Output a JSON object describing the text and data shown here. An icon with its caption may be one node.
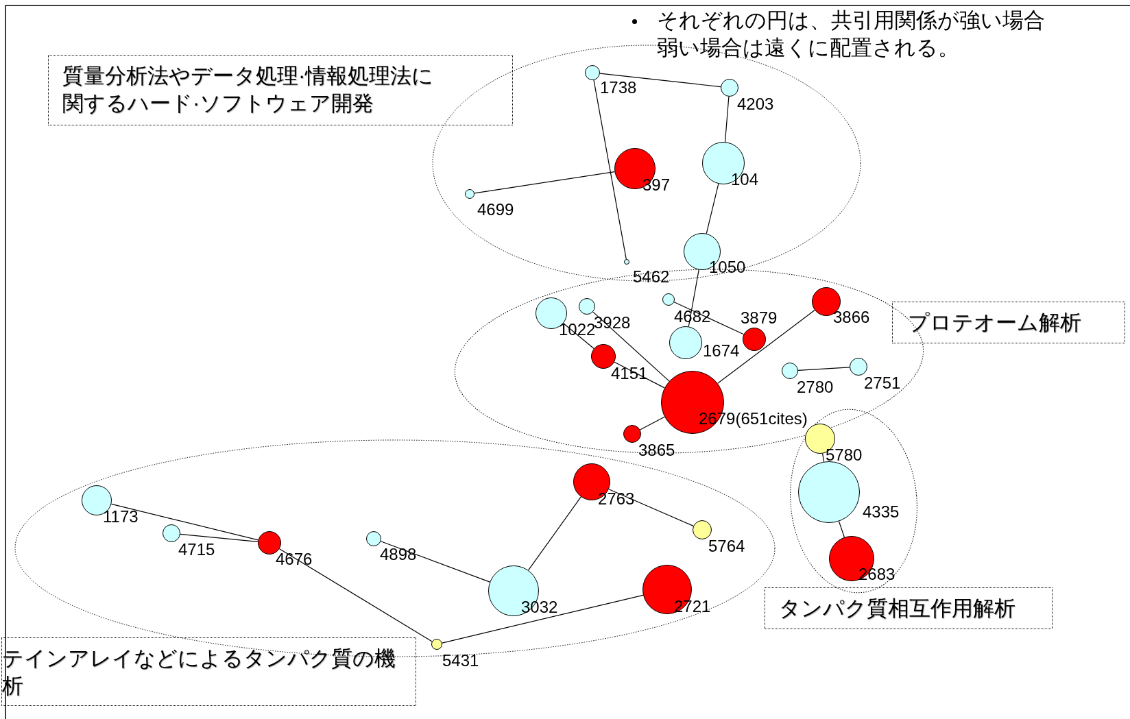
{
  "diagram": {
    "nodes": [
      {
        "text": [
          "質量分析法やデータ処理·情報処理法に関するハード·ソフトウェア開発"
        ]
      },
      {
        "text": [],
        "shape": "circle",
        "beside": [
          "1738"
        ]
      },
      {
        "text": [],
        "shape": "circle",
        "beside": [
          "4203"
        ]
      },
      {
        "text": [],
        "shape": "circle",
        "beside": [
          "104"
        ]
      },
      {
        "text": [],
        "shape": "circle",
        "beside": [
          "397"
        ]
      },
      {
        "text": [],
        "shape": "circle",
        "beside": [
          "4699"
        ]
      },
      {
        "text": [],
        "shape": "circle",
        "beside": [
          "1050"
        ]
      },
      {
        "text": [],
        "shape": "circle",
        "beside": [
          "5462"
        ]
      },
      {
        "text": [],
        "shape": "circle",
        "beside": [
          "4682"
        ]
      },
      {
        "text": [],
        "shape": "circle",
        "beside": [
          "3866"
        ]
      },
      {
        "text": [],
        "shape": "circle",
        "beside": [
          "3928"
        ]
      },
      {
        "text": [],
        "shape": "circle",
        "beside": [
          "1022"
        ]
      },
      {
        "text": [
          "プロテオーム解析"
        ]
      },
      {
        "text": [],
        "shape": "circle",
        "beside": [
          "1674"
        ]
      },
      {
        "text": [],
        "shape": "circle",
        "beside": [
          "4151"
        ]
      },
      {
        "text": [],
        "shape": "circle",
        "beside": [
          "3879"
        ]
      },
      {
        "text": [],
        "shape": "circle",
        "beside": [
          "2751"
        ]
      },
      {
        "text": [],
        "shape": "circle",
        "beside": [
          "2780"
        ]
      },
      {
        "text": [],
        "shape": "circle",
        "beside": [
          "2679(651cites)"
        ]
      },
      {
        "text": [],
        "shape": "circle",
        "beside": [
          "3865"
        ]
      },
      {
        "text": [],
        "shape": "circle",
        "beside": [
          "5780"
        ]
      },
      {
        "text": [],
        "shape": "circle",
        "beside": [
          "2763"
        ]
      },
      {
        "text": [],
        "shape": "circle",
        "beside": [
          "4335"
        ]
      },
      {
        "text": [],
        "shape": "circle",
        "beside": [
          "1173"
        ]
      },
      {
        "text": [],
        "shape": "circle",
        "beside": [
          "4715"
        ]
      },
      {
        "text": [],
        "shape": "circle",
        "beside": [
          "5764"
        ]
      },
      {
        "text": [],
        "shape": "circle",
        "beside": [
          "4898"
        ]
      },
      {
        "text": [],
        "shape": "circle",
        "beside": [
          "4676"
        ]
      },
      {
        "text": [],
        "shape": "circle",
        "beside": [
          "2683"
        ]
      },
      {
        "text": [],
        "shape": "circle",
        "beside": [
          "3032"
        ]
      },
      {
        "text": [],
        "shape": "circle",
        "beside": [
          "2721"
        ]
      },
      {
        "text": [
          "タンパク質相互作用解析"
        ]
      },
      {
        "text": [
          "テインアレイなどによるタンパク質の機析"
        ]
      },
      {
        "text": [],
        "shape": "circle",
        "beside": [
          "5431"
        ]
      }
    ],
    "edges": [
      {
        "from": 1,
        "to": 2,
        "arrow": "none"
      },
      {
        "from": 1,
        "to": 7,
        "arrow": "none"
      },
      {
        "from": 2,
        "to": 3,
        "arrow": "none"
      },
      {
        "from": 3,
        "to": 6,
        "arrow": "none"
      },
      {
        "from": 6,
        "to": 13,
        "arrow": "none"
      },
      {
        "from": 5,
        "to": 4,
        "arrow": "none"
      },
      {
        "from": 11,
        "to": 14,
        "arrow": "none"
      },
      {
        "from": 14,
        "to": 18,
        "arrow": "none"
      },
      {
        "from": 10,
        "to": 18,
        "arrow": "none"
      },
      {
        "from": 8,
        "to": 15,
        "arrow": "none"
      },
      {
        "from": 9,
        "to": 18,
        "arrow": "none"
      },
      {
        "from": 18,
        "to": 19,
        "arrow": "none"
      },
      {
        "from": 17,
        "to": 16,
        "arrow": "none"
      },
      {
        "from": 20,
        "to": 22,
        "arrow": "none"
      },
      {
        "from": 22,
        "to": 28,
        "arrow": "none"
      },
      {
        "from": 23,
        "to": 27,
        "arrow": "none"
      },
      {
        "from": 24,
        "to": 27,
        "arrow": "none"
      },
      {
        "from": 27,
        "to": 33,
        "arrow": "none"
      },
      {
        "from": 33,
        "to": 30,
        "arrow": "none"
      },
      {
        "from": 26,
        "to": 29,
        "arrow": "none"
      },
      {
        "from": 29,
        "to": 21,
        "arrow": "none"
      },
      {
        "from": 21,
        "to": 25,
        "arrow": "none"
      }
    ],
    "labels": [
      "それぞれの円は、共引用関係が強い場合弱い場合は遠くに配置される。"
    ]
  }
}
